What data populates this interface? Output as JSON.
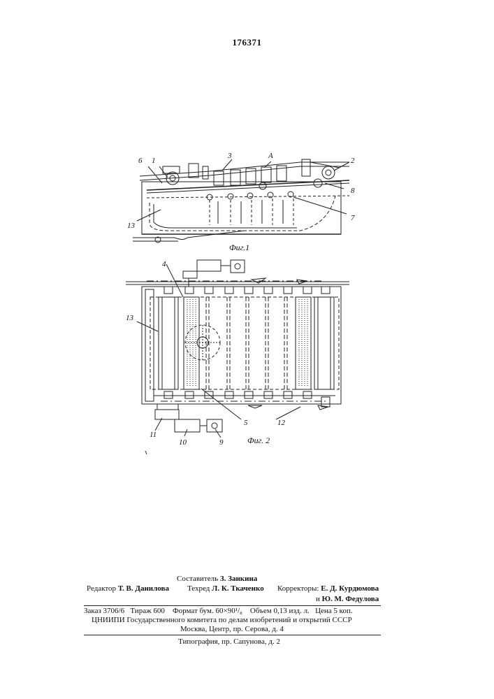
{
  "document": {
    "patent_number": "176371"
  },
  "figures": {
    "fig1": {
      "caption": "Фиг.1",
      "labels": [
        "6",
        "1",
        "3",
        "А",
        "2",
        "8",
        "7",
        "13"
      ]
    },
    "fig2": {
      "caption": "Фиг. 2",
      "labels": [
        "4",
        "13",
        "5",
        "12",
        "11",
        "10",
        "9"
      ]
    }
  },
  "imprint": {
    "compiler_label": "Составитель",
    "compiler_name": "З. Занкина",
    "editor_label": "Редактор",
    "editor_name": "Т. В. Данилова",
    "tech_editor_label": "Техред",
    "tech_editor_name": "Л. К. Ткаченко",
    "correctors_label": "Корректоры:",
    "corrector_1": "Е. Д. Курдюмова",
    "corrector_2_prefix": "и",
    "corrector_2": "Ю. М. Федулова",
    "order": "Заказ 3706/6",
    "circulation": "Тираж 600",
    "format": "Формат бум. 60×90¹/₈",
    "volume": "Объем 0,13 изд. л.",
    "price": "Цена 5 коп.",
    "institute_line": "ЦНИИПИ  Государственного  комитета  по  делам  изобретений  и  открытий  СССР",
    "address_line": "Москва, Центр, пр. Серова, д. 4",
    "printer_line": "Типография, пр. Сапунова, д. 2"
  }
}
